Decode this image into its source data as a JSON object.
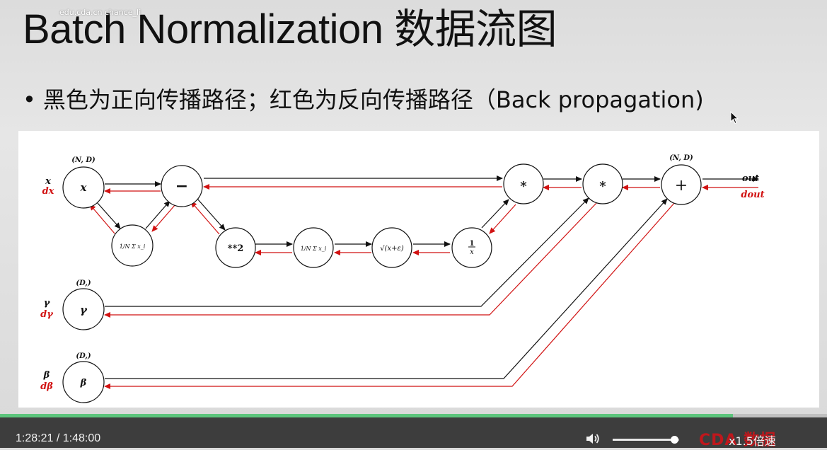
{
  "slide": {
    "title": "Batch Normalization 数据流图",
    "watermark": "edu.cda.cn  chance_li",
    "bullet": "黑色为正向传播路径；红色为反向传播路径（Back propagation)"
  },
  "diagram": {
    "input_x": "x",
    "input_dx": "dx",
    "input_gamma": "γ",
    "input_dgamma": "dγ",
    "input_beta": "β",
    "input_dbeta": "dβ",
    "shape_nd": "(N, D)",
    "shape_d": "(D,)",
    "output_out": "out",
    "output_dout": "dout",
    "nodes": {
      "x": "x",
      "minus": "−",
      "mean": "1/N Σ x_i",
      "square": "**2",
      "var": "1/N Σ x_i",
      "sqrt": "√(x+ε)",
      "inv_num": "1",
      "inv_den": "x",
      "mul1": "*",
      "mul2": "*",
      "plus": "+",
      "gamma": "γ",
      "beta": "β"
    },
    "colors": {
      "forward": "#111111",
      "backward": "#d11212"
    }
  },
  "player": {
    "current_time": "1:28:21",
    "separator": "/",
    "duration": "1:48:00",
    "progress": 0.886,
    "volume": 0.94,
    "speed_label": "x1.5倍速",
    "brand": "CDA 数据",
    "progress_color": "#5cc57c"
  }
}
